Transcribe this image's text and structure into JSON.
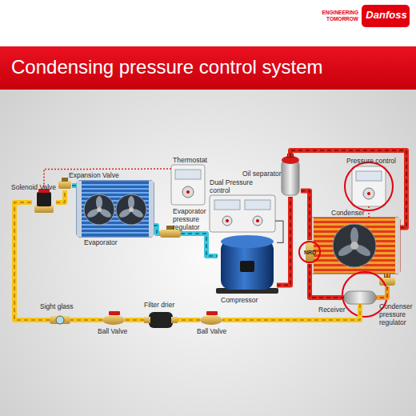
{
  "diagram": {
    "title": "Condensing pressure control system",
    "nodes": [
      {
        "text": [
          "Solenoid Valve"
        ]
      },
      {
        "text": [
          "Expansion Valve"
        ]
      },
      {
        "text": [
          "Thermostat"
        ]
      },
      {
        "text": [
          "Evaporator pressure regulator"
        ]
      },
      {
        "text": [
          "Evaporator"
        ]
      },
      {
        "text": [
          "Dual Pressure control"
        ]
      },
      {
        "text": [
          "Oil separator"
        ]
      },
      {
        "text": [
          "Pressure control"
        ]
      },
      {
        "text": [
          "Condenser"
        ]
      },
      {
        "text": [
          "NRD"
        ]
      },
      {
        "text": [
          "Compressor"
        ]
      },
      {
        "text": [
          "Receiver"
        ]
      },
      {
        "text": [
          "Condenser pressure regulator"
        ]
      },
      {
        "text": [
          "Sight glass"
        ]
      },
      {
        "text": [
          "Ball Valve"
        ]
      },
      {
        "text": [
          "Filter drier"
        ]
      },
      {
        "text": [
          "Ball Valve"
        ]
      }
    ],
    "edges": [
      {
        "from": 10,
        "to": 6,
        "arrow": "none"
      },
      {
        "from": 6,
        "to": 8,
        "arrow": "none"
      },
      {
        "from": 6,
        "to": 9,
        "arrow": "none"
      },
      {
        "from": 8,
        "to": 12,
        "arrow": "none"
      },
      {
        "from": 9,
        "to": 11,
        "arrow": "none"
      },
      {
        "from": 12,
        "to": 11,
        "arrow": "none"
      },
      {
        "from": 11,
        "to": 16,
        "arrow": "none"
      },
      {
        "from": 16,
        "to": 15,
        "arrow": "none"
      },
      {
        "from": 15,
        "to": 14,
        "arrow": "none"
      },
      {
        "from": 14,
        "to": 13,
        "arrow": "none"
      },
      {
        "from": 13,
        "to": 0,
        "arrow": "none"
      },
      {
        "from": 0,
        "to": 1,
        "arrow": "none"
      },
      {
        "from": 1,
        "to": 4,
        "arrow": "none"
      },
      {
        "from": 4,
        "to": 3,
        "arrow": "none"
      },
      {
        "from": 3,
        "to": 10,
        "arrow": "none"
      },
      {
        "from": 2,
        "to": 0,
        "arrow": "none"
      },
      {
        "from": 5,
        "to": 10,
        "arrow": "none"
      },
      {
        "from": 7,
        "to": 8,
        "arrow": "none"
      }
    ],
    "labels": [
      "ENGINEERING TOMORROW",
      "Danfoss"
    ]
  }
}
